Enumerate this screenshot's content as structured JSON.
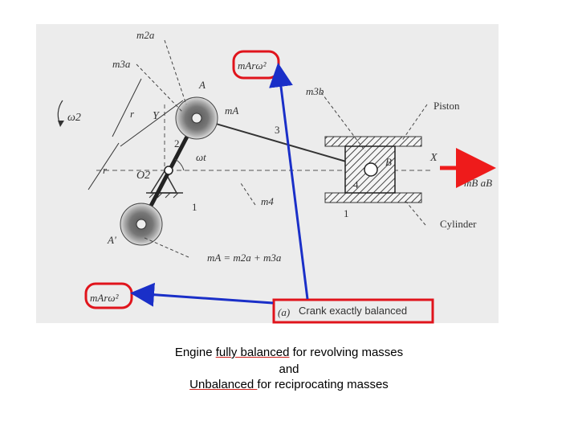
{
  "diagram": {
    "labels": {
      "m2a": "m2a",
      "m3a": "m3a",
      "mA_top": "mA",
      "A": "A",
      "A_prime": "A'",
      "Y": "Y",
      "r_upper": "r",
      "r_lower": "r",
      "omega2": "ω2",
      "omega_t": "ωt",
      "O2": "O2",
      "num_2": "2",
      "num_3": "3",
      "num_4": "4",
      "num_1_left": "1",
      "num_1_right": "1",
      "m3b": "m3b",
      "m4": "m4",
      "piston": "Piston",
      "cylinder": "Cylinder",
      "B": "B",
      "X": "X",
      "mB_aB": "mB aB",
      "mA_equation": "mA = m2a + m3a",
      "mArw2_top": "mArω²",
      "mArw2_bottom": "mArω²",
      "subfigure": "(a)",
      "crank_balanced": "Crank exactly balanced"
    },
    "colors": {
      "highlight_red": "#e0141c",
      "pointer_blue": "#1a2fc8",
      "arrow_red": "#ee1b1b"
    }
  },
  "caption": {
    "line1_pre": "Engine ",
    "line1_highlight": "fully  balanced",
    "line1_post": " for revolving masses",
    "line2": "and",
    "line3_highlight": "Unbalanced ",
    "line3_post": " for reciprocating masses"
  }
}
